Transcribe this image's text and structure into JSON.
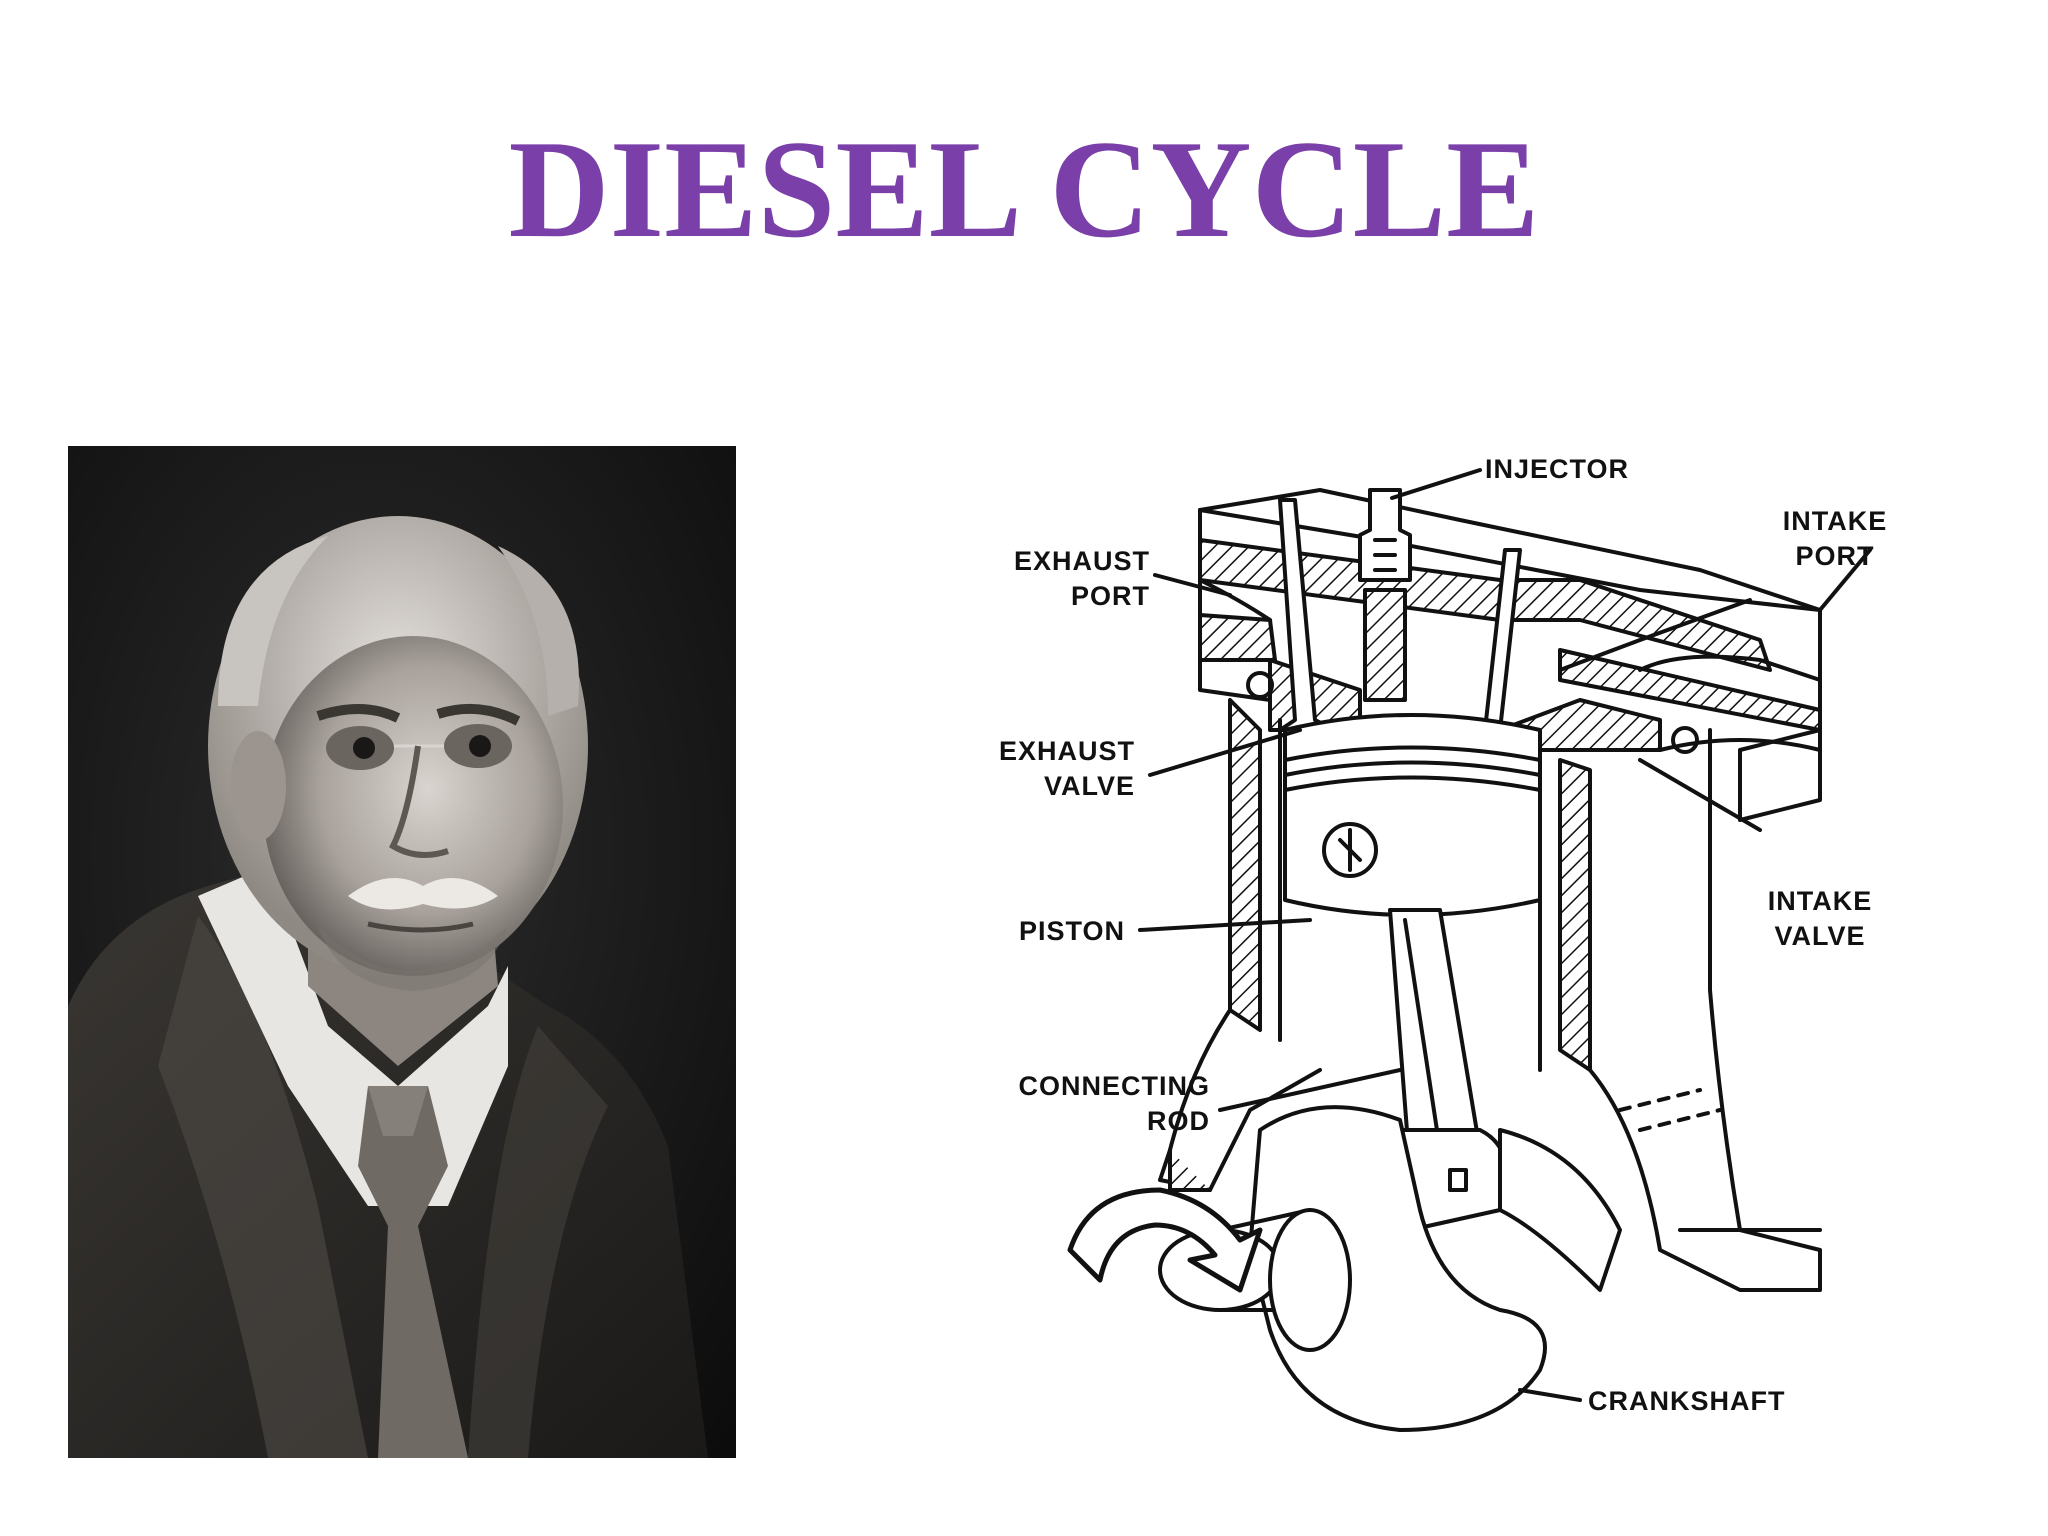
{
  "title": "DIESEL CYCLE",
  "colors": {
    "title": "#7a3fa8",
    "ink": "#111111",
    "photo_bg": "#141414"
  },
  "portrait": {
    "icon": "portrait-photo"
  },
  "labels": {
    "injector": "INJECTOR",
    "exhaust_port": [
      "EXHAUST",
      "PORT"
    ],
    "intake_port": [
      "INTAKE",
      "PORT"
    ],
    "exhaust_valve": [
      "EXHAUST",
      "VALVE"
    ],
    "intake_valve": [
      "INTAKE",
      "VALVE"
    ],
    "piston": "PISTON",
    "connecting_rod": [
      "CONNECTING",
      "ROD"
    ],
    "crankshaft": "CRANKSHAFT"
  }
}
